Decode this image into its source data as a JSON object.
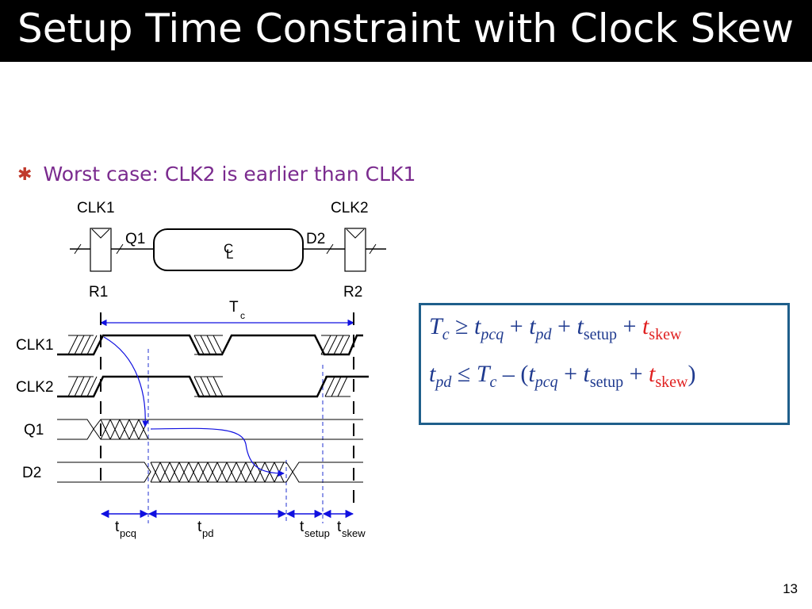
{
  "slide": {
    "title": "Setup Time Constraint with Clock Skew",
    "bullet": "Worst case: CLK2 is earlier than CLK1",
    "page_number": "13"
  },
  "circuit": {
    "clk1": "CLK1",
    "clk2": "CLK2",
    "q1": "Q1",
    "d2": "D2",
    "cl_c": "C",
    "cl_l": "L",
    "r1": "R1",
    "r2": "R2"
  },
  "timing": {
    "tc_main": "T",
    "tc_sub": "c",
    "signals": [
      "CLK1",
      "CLK2",
      "Q1",
      "D2"
    ],
    "intervals": [
      {
        "main": "t",
        "sub": "pcq"
      },
      {
        "main": "t",
        "sub": "pd"
      },
      {
        "main": "t",
        "sub": "setup"
      },
      {
        "main": "t",
        "sub": "skew"
      }
    ]
  },
  "equations": {
    "line1": {
      "T": "T",
      "c": "c",
      "geq": "≥",
      "t1": "t",
      "pcq": "pcq",
      "plus1": "+",
      "t2": "t",
      "pd": "pd",
      "plus2": "+",
      "t3": "t",
      "setup": "setup",
      "plus3": "+",
      "t4": "t",
      "skew": "skew"
    },
    "line2": {
      "t1": "t",
      "pd": "pd",
      "leq": "≤",
      "T": "T",
      "c": "c",
      "minus": "–",
      "lparen": "(",
      "t2": "t",
      "pcq": "pcq",
      "plus1": "+",
      "t3": "t",
      "setup": "setup",
      "plus2": "+",
      "t4": "t",
      "skew": "skew",
      "rparen": ")"
    }
  }
}
